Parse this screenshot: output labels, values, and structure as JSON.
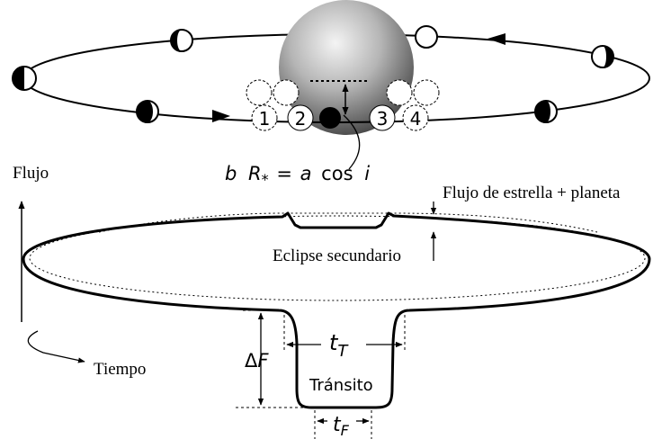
{
  "labels": {
    "contact_1": "1",
    "contact_2": "2",
    "contact_3": "3",
    "contact_4": "4",
    "impact_b": "b",
    "impact_R": "R",
    "impact_star_sub": "*",
    "impact_eq": "=",
    "impact_a": "a",
    "impact_cos": "cos",
    "impact_i": "i",
    "flux_axis": "Flujo",
    "time_axis": "Tiempo",
    "star_planet_flux": "Flujo de estrella + planeta",
    "secondary_eclipse": "Eclipse secundario",
    "transit": "Tránsito",
    "delta": "Δ",
    "delta_F": "F",
    "t_T_t": "t",
    "t_T_sub": "T",
    "t_F_t": "t",
    "t_F_sub": "F"
  },
  "colors": {
    "ink": "#000000",
    "star_light": "#f2f2f2",
    "star_dark": "#3a3a3a",
    "planet_dark": "#000000",
    "planet_light": "#ffffff",
    "background": "#ffffff"
  }
}
